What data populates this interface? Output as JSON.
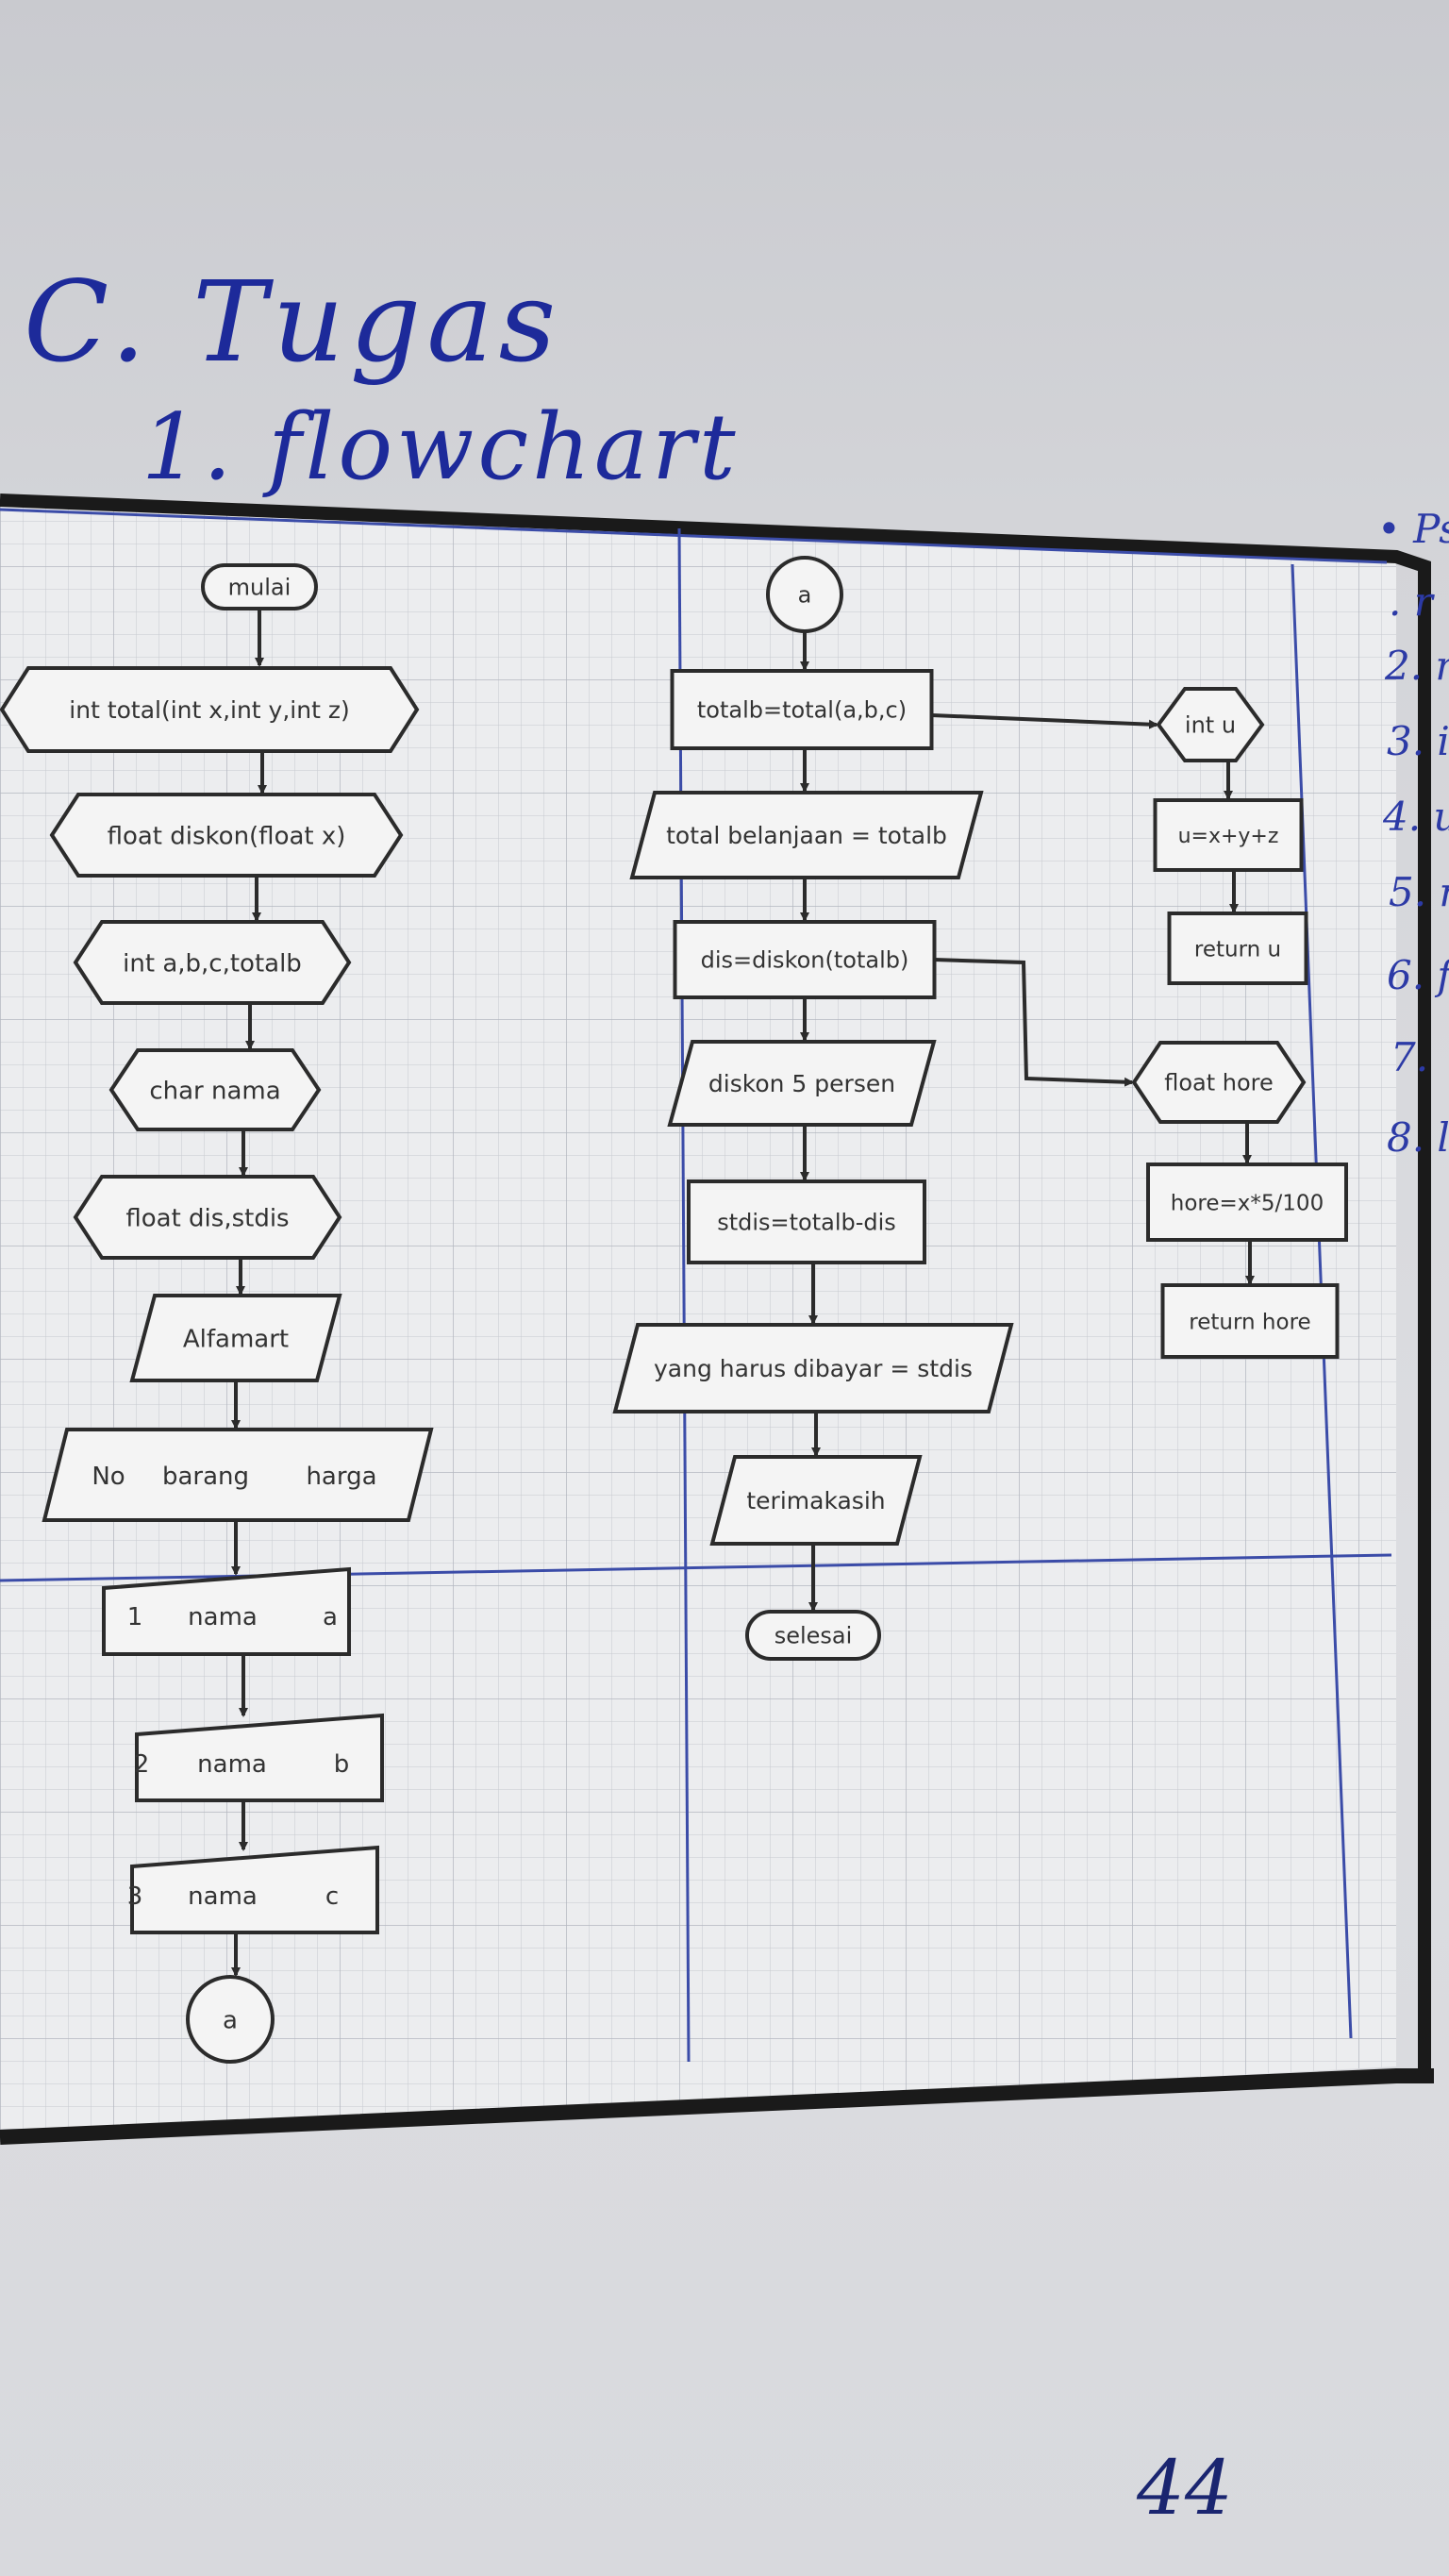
{
  "heading": "C. Tugas",
  "subheading": "1. flowchart",
  "page_number": "44",
  "margin_notes": [
    "• Ps",
    ". r",
    "2. r",
    "3. i",
    "4. u",
    "5. r",
    "6. f",
    "7.",
    "8. l"
  ],
  "flowchart": {
    "left_column": [
      "mulai",
      "int total(int x,int y,int z)",
      "float diskon(float x)",
      "int a,b,c,totalb",
      "char nama",
      "float dis,stdis",
      "Alfamart",
      "No barang harga",
      "1 nama a",
      "2 nama b",
      "3 nama c",
      "a"
    ],
    "middle_column": [
      "a",
      "totalb=total(a,b,c)",
      "total belanjaan = totalb",
      "dis=diskon(totalb)",
      "diskon 5 persen",
      "stdis=totalb-dis",
      "yang harus dibayar = stdis",
      "terimakasih",
      "selesai"
    ],
    "right_column": [
      "int u",
      "u=x+y+z",
      "return u",
      "float hore",
      "hore=x*5/100",
      "return hore"
    ],
    "row_labels": {
      "no": "No",
      "barang": "barang",
      "harga": "harga",
      "n1": "1",
      "n2": "2",
      "n3": "3",
      "nama": "nama",
      "a": "a",
      "b": "b",
      "c": "c"
    }
  }
}
